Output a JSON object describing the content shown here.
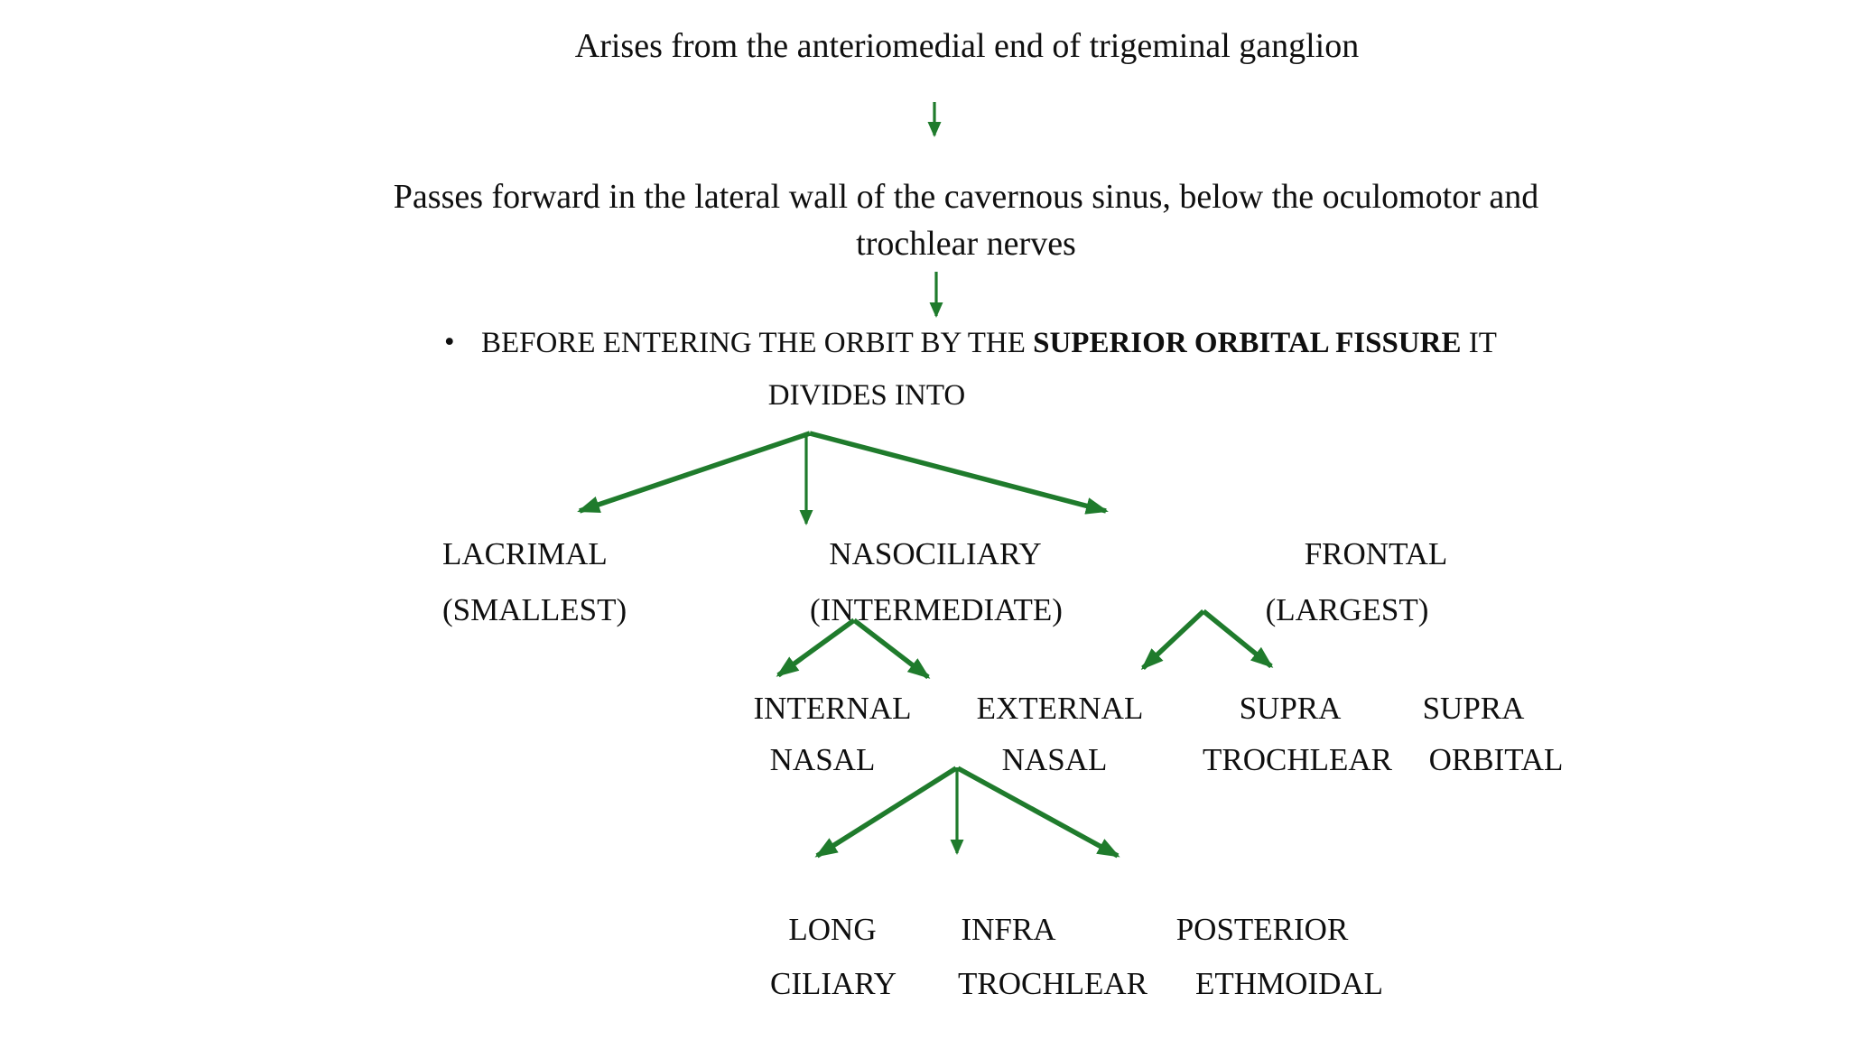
{
  "colors": {
    "arrow": "#1f7b2c",
    "text": "#0f0f0f",
    "background": "#ffffff"
  },
  "steps": {
    "step1": "Arises from the anteriomedial end of trigeminal ganglion",
    "step2_line1": "Passes forward in the lateral wall of the cavernous sinus, below the oculomotor and",
    "step2_line2": "trochlear nerves",
    "bullet_marker": "•",
    "bullet_pre": "BEFORE ENTERING THE ORBIT BY THE ",
    "bullet_bold": "SUPERIOR ORBITAL FISSURE",
    "bullet_post": " IT",
    "bullet_line2": "DIVIDES INTO"
  },
  "tree": {
    "main_branches": [
      {
        "name": "LACRIMAL",
        "note": "(SMALLEST)"
      },
      {
        "name": "NASOCILIARY",
        "note": "(INTERMEDIATE)"
      },
      {
        "name": "FRONTAL",
        "note": "(LARGEST)"
      }
    ],
    "nasociliary_branches": [
      {
        "line1": "INTERNAL",
        "line2": "NASAL"
      },
      {
        "line1": "EXTERNAL",
        "line2": "NASAL"
      }
    ],
    "frontal_branches": [
      {
        "line1": "SUPRA",
        "line2": "TROCHLEAR"
      },
      {
        "line1": "SUPRA",
        "line2": "ORBITAL"
      }
    ],
    "external_nasal_branches": [
      {
        "line1": "LONG",
        "line2": "CILIARY"
      },
      {
        "line1": "INFRA",
        "line2": "TROCHLEAR"
      },
      {
        "line1": "POSTERIOR",
        "line2": "ETHMOIDAL"
      }
    ]
  }
}
